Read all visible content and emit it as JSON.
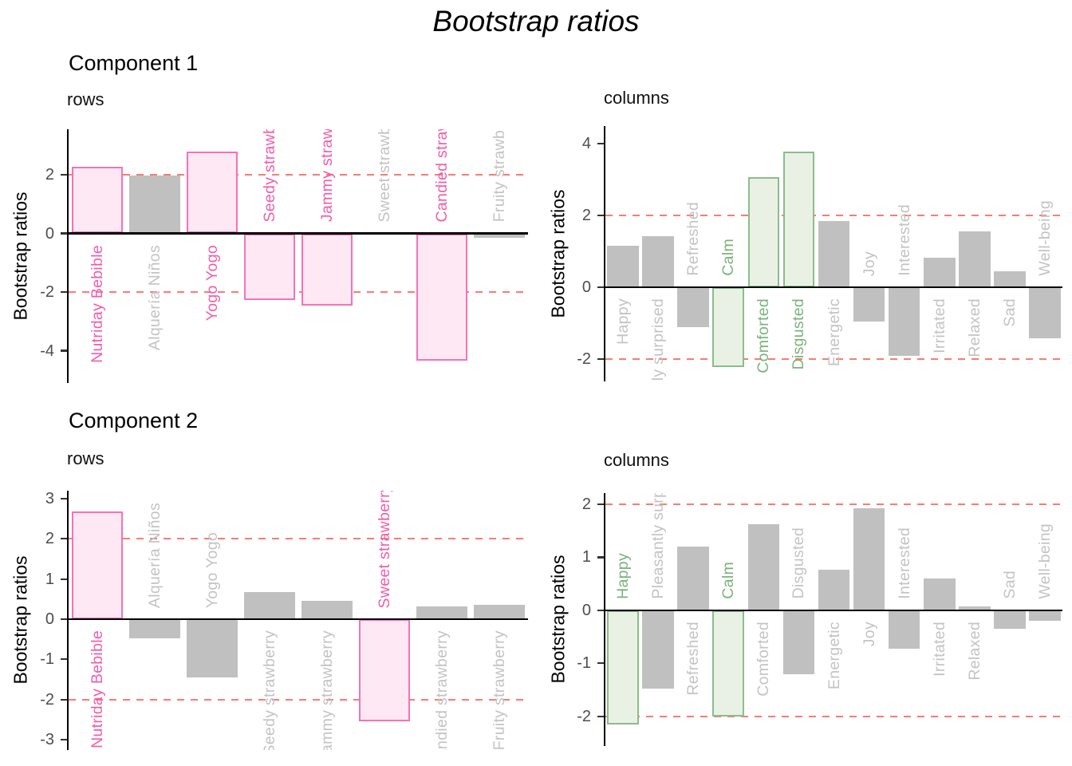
{
  "title": "Bootstrap ratios",
  "headings": [
    "Component 1",
    "Component 2"
  ],
  "colors": {
    "pink_fill": "#FDE8F4",
    "pink_stroke": "#F573B6",
    "pink_label": "#F25CA8",
    "gray_fill": "#C0C0C0",
    "gray_label": "#C3C3C3",
    "green_fill": "#E9F1E5",
    "green_stroke": "#8CBC8C",
    "green_label": "#7AB27A",
    "dashed": "#F87D72",
    "axis": "#000000",
    "tick_label": "#4D4D4D"
  },
  "chart_data": [
    {
      "id": "component1-rows",
      "component": "Component 1",
      "type": "bar",
      "subtitle": "rows",
      "ylabel": "Bootstrap ratios",
      "legend": "none",
      "grid": false,
      "categories": [
        "Nutriday Bebible",
        "Alquería Niños",
        "Yogo Yogo",
        "Seedy strawberry",
        "Jammy strawberry",
        "Sweet strawberry",
        "Candied strawberry",
        "Fruity strawberry"
      ],
      "values": [
        2.27,
        1.97,
        2.8,
        -2.26,
        -2.45,
        -0.02,
        -4.35,
        -0.15
      ],
      "styles": [
        "pink",
        "gray",
        "pink",
        "pink",
        "pink",
        "gray",
        "pink",
        "gray"
      ],
      "yticks": [
        2,
        0,
        -2,
        -4
      ],
      "ylim": [
        -5.1,
        3.55
      ],
      "thresholds": [
        2,
        -2
      ]
    },
    {
      "id": "component1-columns",
      "component": "Component 1",
      "type": "bar",
      "subtitle": "columns",
      "ylabel": "Bootstrap ratios",
      "legend": "none",
      "grid": false,
      "categories": [
        "Happy",
        "Pleasantly surprised",
        "Refreshed",
        "Calm",
        "Comforted",
        "Disgusted",
        "Energetic",
        "Joy",
        "Interested",
        "Irritated",
        "Relaxed",
        "Sad",
        "Well-being"
      ],
      "values": [
        1.16,
        1.43,
        -1.11,
        -2.22,
        3.07,
        3.78,
        1.84,
        -0.95,
        -1.92,
        0.82,
        1.55,
        0.44,
        -1.43
      ],
      "styles": [
        "gray",
        "gray",
        "gray",
        "green",
        "green",
        "green",
        "gray",
        "gray",
        "gray",
        "gray",
        "gray",
        "gray",
        "gray"
      ],
      "yticks": [
        4,
        2,
        0,
        -2
      ],
      "ylim": [
        -2.62,
        4.49
      ],
      "thresholds": [
        2,
        -2
      ]
    },
    {
      "id": "component2-rows",
      "component": "Component 2",
      "type": "bar",
      "subtitle": "rows",
      "ylabel": "Bootstrap ratios",
      "legend": "none",
      "grid": false,
      "categories": [
        "Nutriday Bebible",
        "Alquería Niños",
        "Yogo Yogo",
        "Seedy strawberry",
        "Jammy strawberry",
        "Sweet strawberry",
        "Candied strawberry",
        "Fruity strawberry"
      ],
      "values": [
        2.68,
        -0.48,
        -1.45,
        0.68,
        0.45,
        -2.54,
        0.32,
        0.35
      ],
      "styles": [
        "pink",
        "gray",
        "gray",
        "gray",
        "gray",
        "pink",
        "gray",
        "gray"
      ],
      "yticks": [
        3,
        2,
        1,
        0,
        -1,
        -2,
        -3
      ],
      "ylim": [
        -3.26,
        3.2
      ],
      "thresholds": [
        2,
        -2
      ]
    },
    {
      "id": "component2-columns",
      "component": "Component 2",
      "type": "bar",
      "subtitle": "columns",
      "ylabel": "Bootstrap ratios",
      "legend": "none",
      "grid": false,
      "categories": [
        "Happy",
        "Pleasantly surprised",
        "Refreshed",
        "Calm",
        "Comforted",
        "Disgusted",
        "Energetic",
        "Joy",
        "Interested",
        "Irritated",
        "Relaxed",
        "Sad",
        "Well-being"
      ],
      "values": [
        -2.15,
        -1.47,
        1.2,
        -2.0,
        1.63,
        -1.2,
        0.77,
        1.92,
        -0.73,
        0.6,
        0.08,
        -0.35,
        -0.2
      ],
      "styles": [
        "green",
        "gray",
        "gray",
        "green",
        "gray",
        "gray",
        "gray",
        "gray",
        "gray",
        "gray",
        "gray",
        "gray",
        "gray"
      ],
      "yticks": [
        2,
        1,
        0,
        -1,
        -2
      ],
      "ylim": [
        -2.56,
        2.21
      ],
      "thresholds": [
        2,
        -2
      ]
    }
  ]
}
